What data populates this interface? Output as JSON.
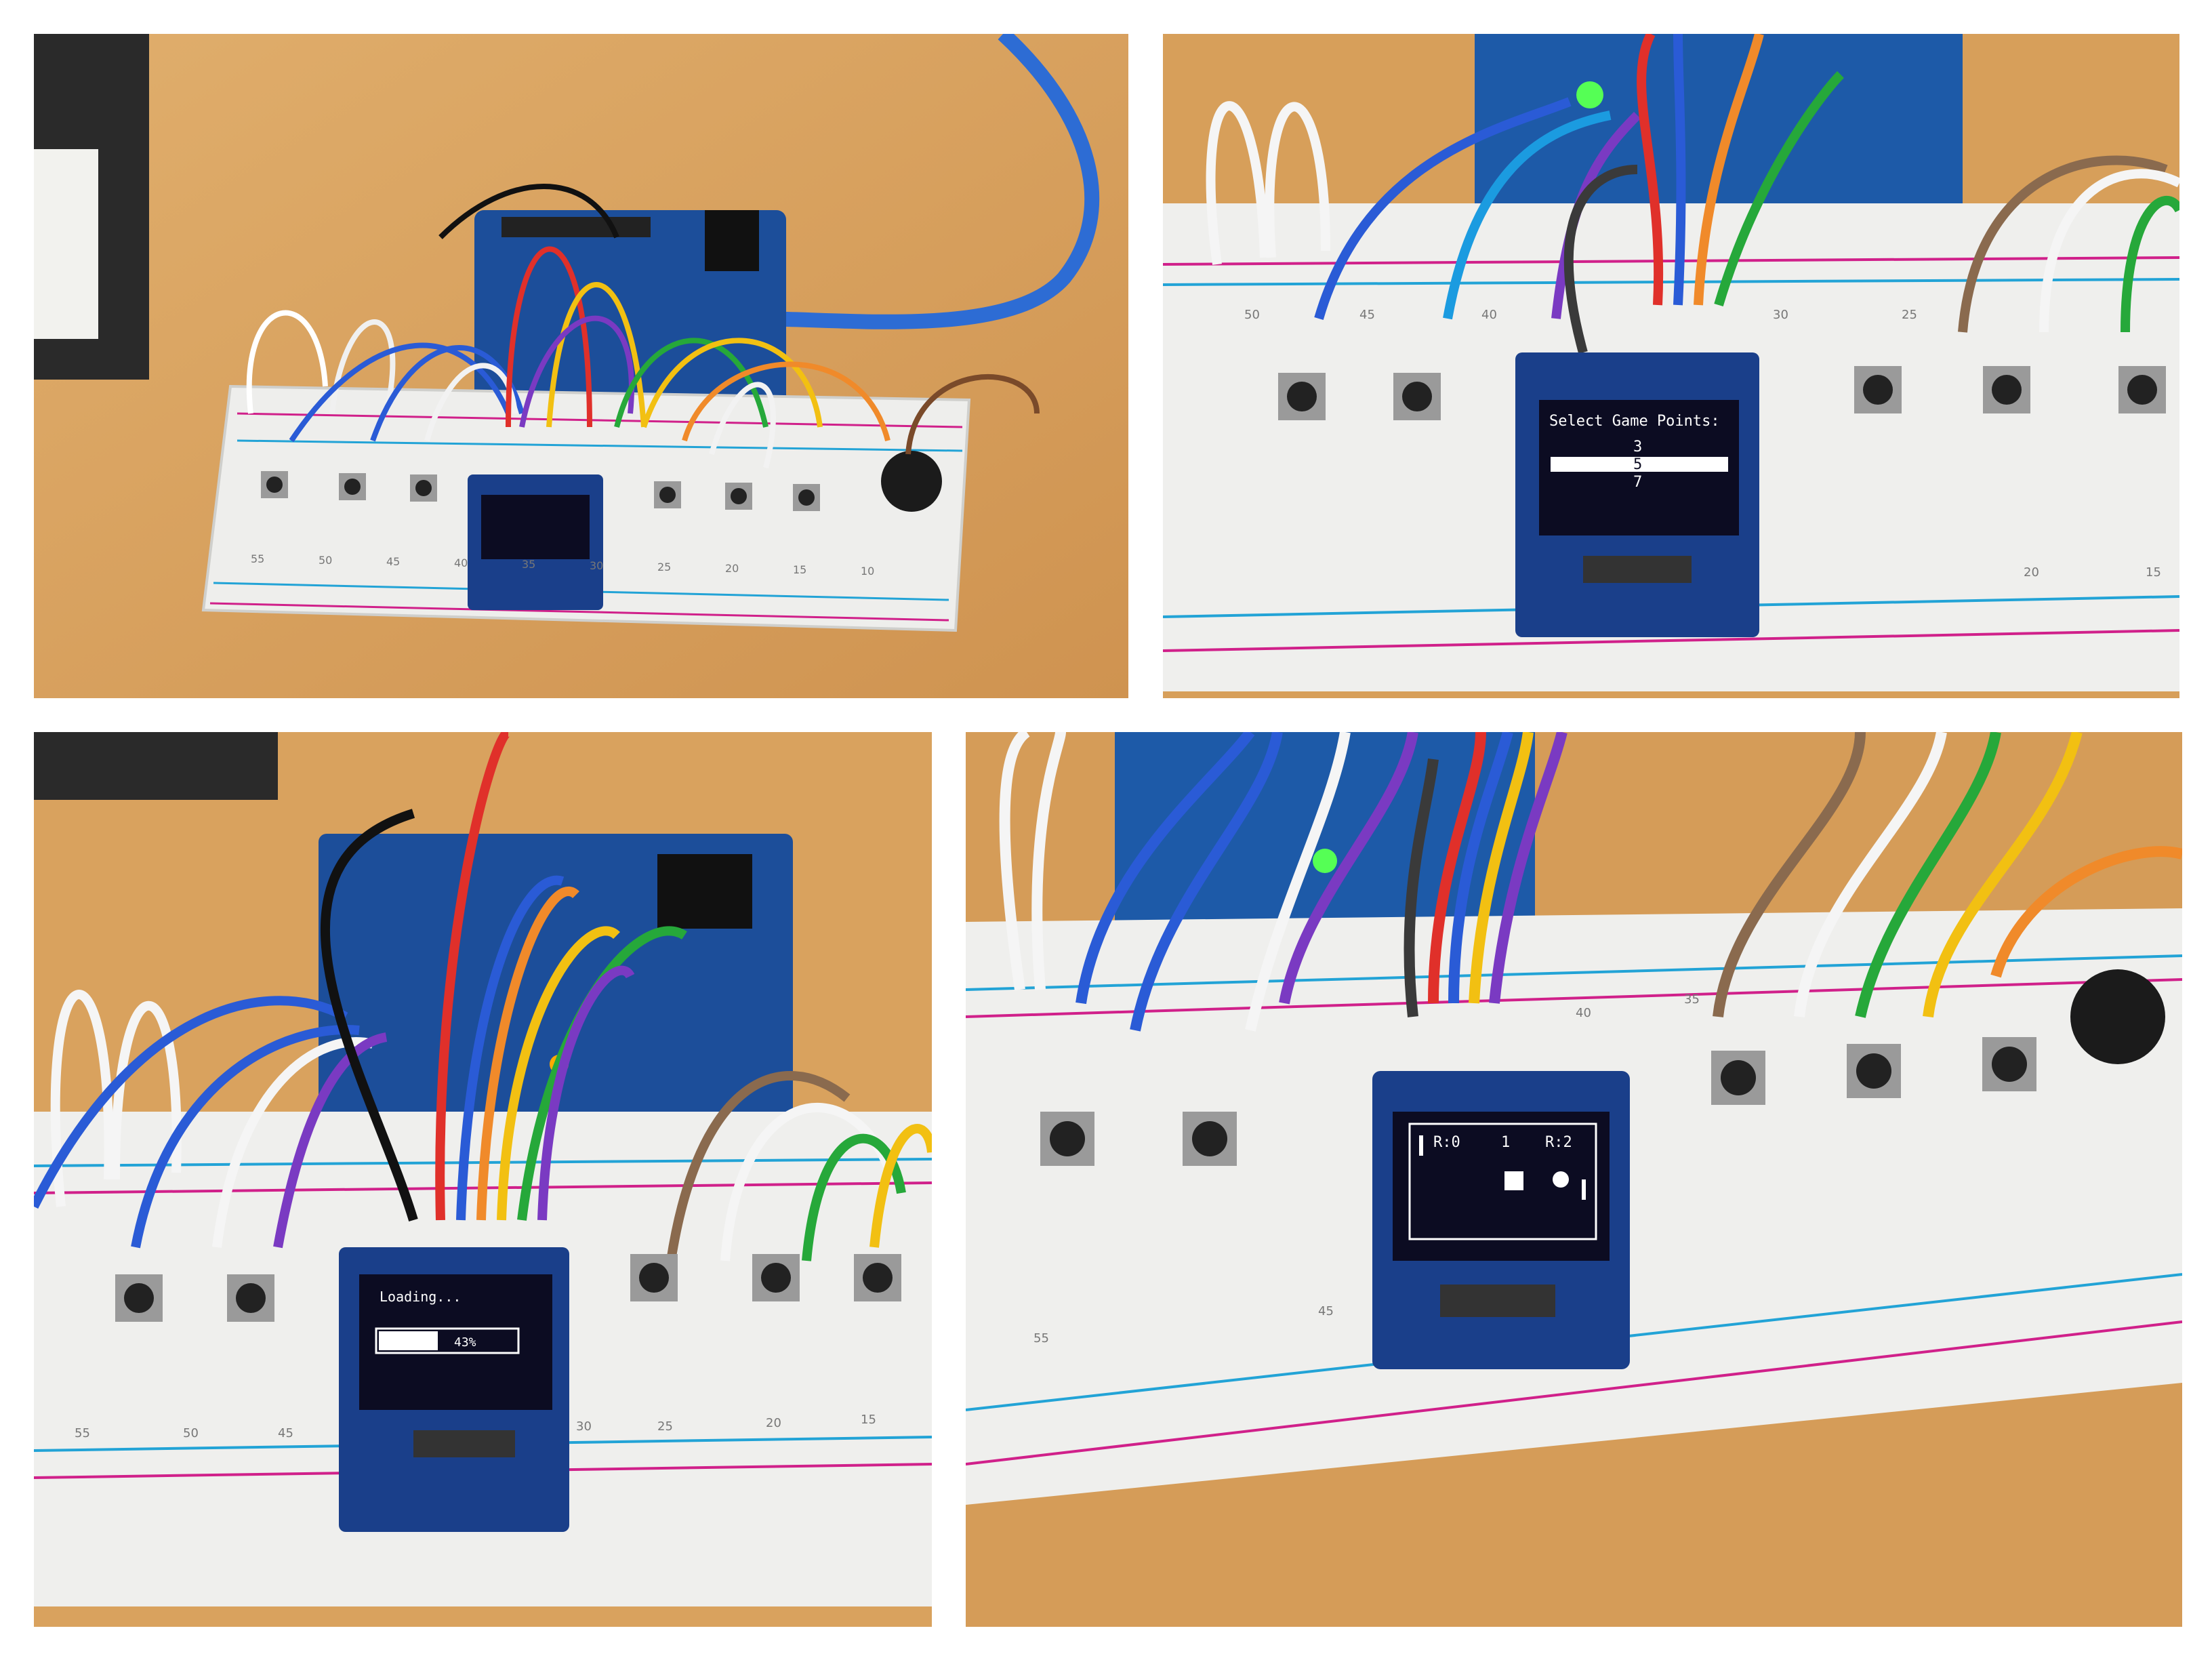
{
  "collage": {
    "panels": [
      {
        "name": "overview",
        "caption": ""
      },
      {
        "name": "select-points",
        "caption": ""
      },
      {
        "name": "loading",
        "caption": ""
      },
      {
        "name": "game",
        "caption": ""
      }
    ]
  },
  "colors": {
    "desk": "#d9a25c",
    "breadboard": "#eeeeec",
    "board": "#1c4e9a",
    "oled_bezel": "#1a3f8a",
    "oled_screen": "#0c0c22",
    "rail_red": "#d0208a",
    "rail_blue": "#22a3d6",
    "usb_cable": "#2d6cd4"
  },
  "screens": {
    "select": {
      "title": "Select Game Points:",
      "options": [
        "3",
        "5",
        "7"
      ],
      "selected_index": 1
    },
    "loading": {
      "text": "Loading...",
      "progress_label": "43%",
      "progress": 0.43
    },
    "game": {
      "left_score": "R:0",
      "right_score": "R:2",
      "middle_mark": "1"
    }
  },
  "breadboard_labels": {
    "overview": [
      "55",
      "50",
      "45",
      "40",
      "35",
      "30",
      "25",
      "20",
      "15",
      "10"
    ],
    "select": [
      "50",
      "45",
      "40",
      "30",
      "25",
      "20",
      "15"
    ],
    "loading": [
      "55",
      "50",
      "45",
      "30",
      "25",
      "20",
      "15"
    ],
    "game": [
      "55",
      "45",
      "40",
      "35"
    ]
  }
}
